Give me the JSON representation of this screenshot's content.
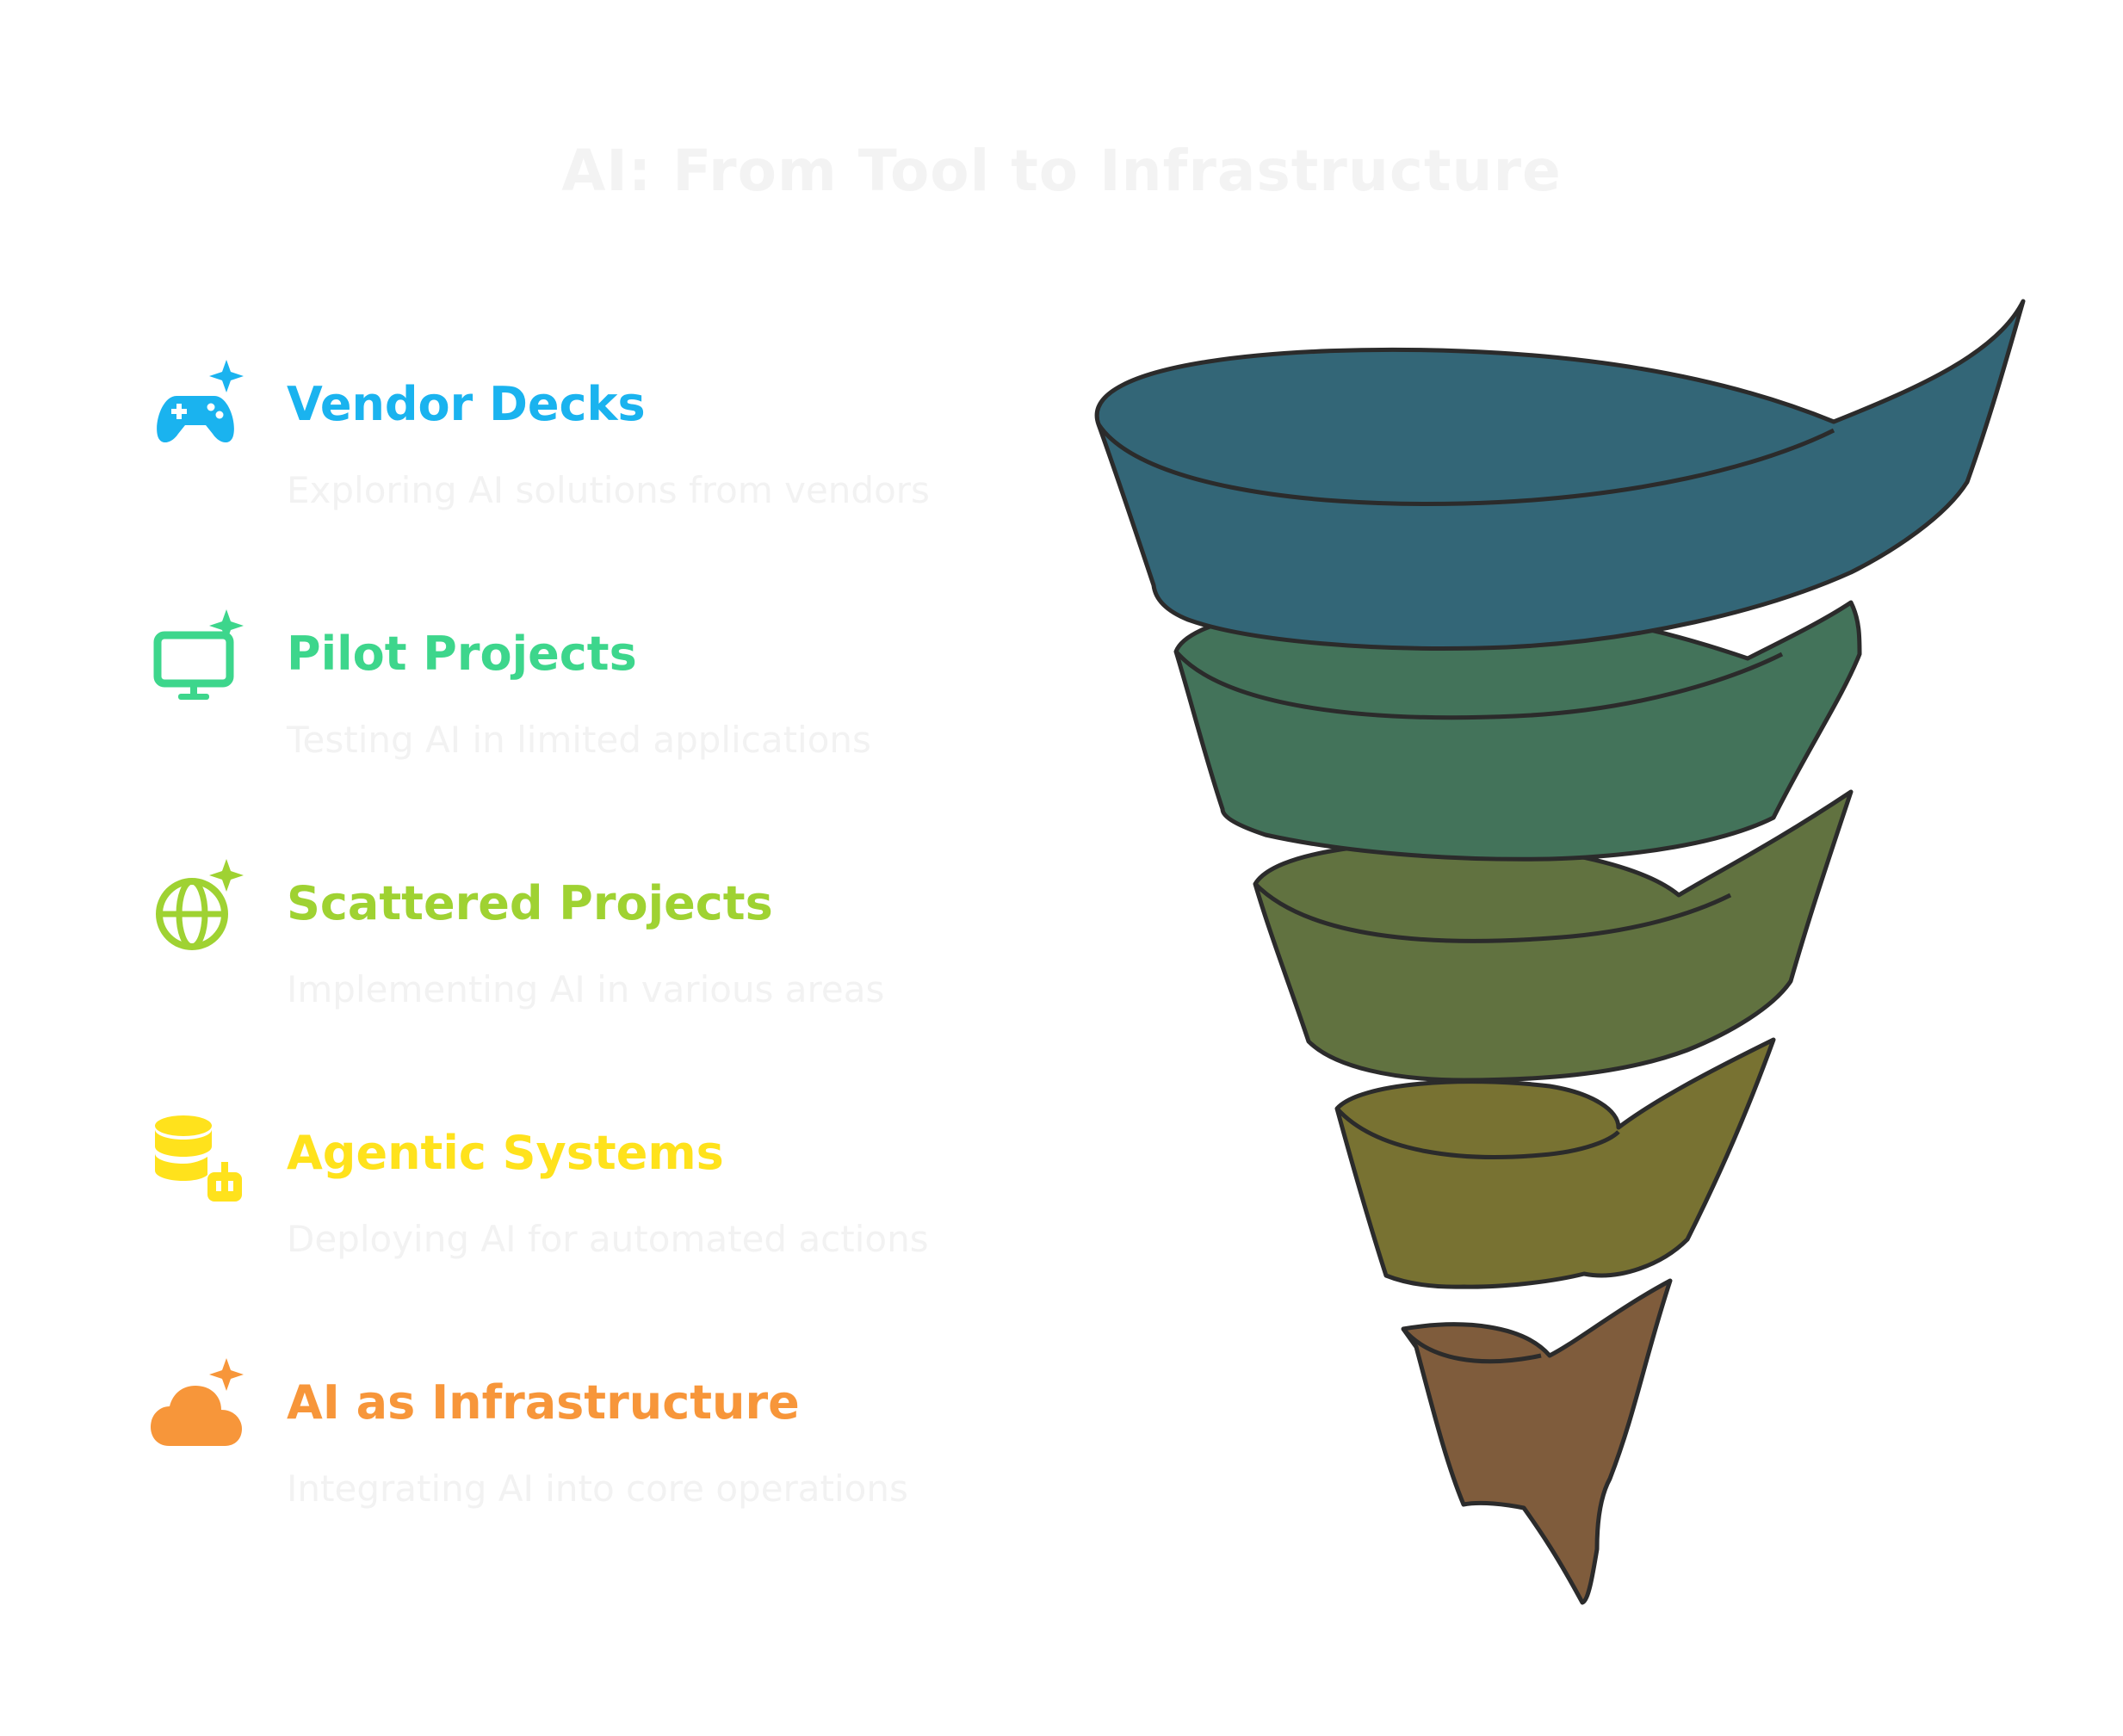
{
  "title": "AI: From Tool to Infrastructure",
  "stages": [
    {
      "label": "Vendor Decks",
      "description": "Exploring AI solutions from vendors",
      "icon": "gamepad-sparkle-icon",
      "color": "#1ab3ef",
      "band_color": "#336677"
    },
    {
      "label": "Pilot Projects",
      "description": "Testing AI in limited applications",
      "icon": "monitor-sparkle-icon",
      "color": "#3dd68c",
      "band_color": "#43735a"
    },
    {
      "label": "Scattered Projects",
      "description": "Implementing AI in various areas",
      "icon": "globe-sparkle-icon",
      "color": "#9fd232",
      "band_color": "#617240"
    },
    {
      "label": "Agentic Systems",
      "description": "Deploying AI for automated actions",
      "icon": "database-robot-icon",
      "color": "#ffe21c",
      "band_color": "#787232"
    },
    {
      "label": "AI as Infrastructure",
      "description": "Integrating AI into core operations",
      "icon": "cloud-sparkle-icon",
      "color": "#f7963a",
      "band_color": "#7f5c3c"
    }
  ]
}
